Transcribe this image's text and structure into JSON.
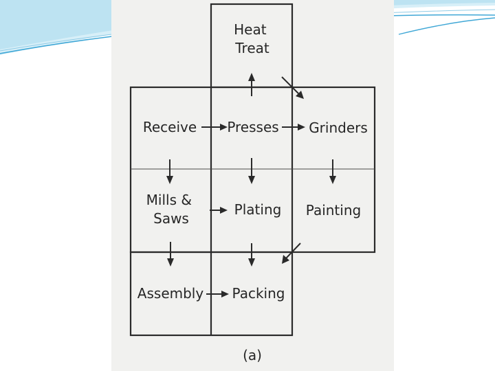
{
  "slide": {
    "accent_color": "#3fa7d6",
    "accent_light": "#bde3f2"
  },
  "diagram": {
    "cells": {
      "heat_treat": [
        "Heat",
        "Treat"
      ],
      "receive": "Receive",
      "presses": "Presses",
      "grinders": "Grinders",
      "mills_saws": [
        "Mills &",
        "Saws"
      ],
      "plating": "Plating",
      "painting": "Painting",
      "assembly": "Assembly",
      "packing": "Packing"
    },
    "caption": "(a)",
    "flows": [
      {
        "from": "receive",
        "to": "presses"
      },
      {
        "from": "presses",
        "to": "grinders"
      },
      {
        "from": "presses",
        "to": "heat_treat"
      },
      {
        "from": "heat_treat",
        "to": "grinders"
      },
      {
        "from": "receive",
        "to": "mills_saws"
      },
      {
        "from": "presses",
        "to": "plating"
      },
      {
        "from": "grinders",
        "to": "painting"
      },
      {
        "from": "mills_saws",
        "to": "plating"
      },
      {
        "from": "mills_saws",
        "to": "assembly"
      },
      {
        "from": "plating",
        "to": "packing"
      },
      {
        "from": "painting",
        "to": "packing"
      },
      {
        "from": "assembly",
        "to": "packing"
      }
    ]
  }
}
